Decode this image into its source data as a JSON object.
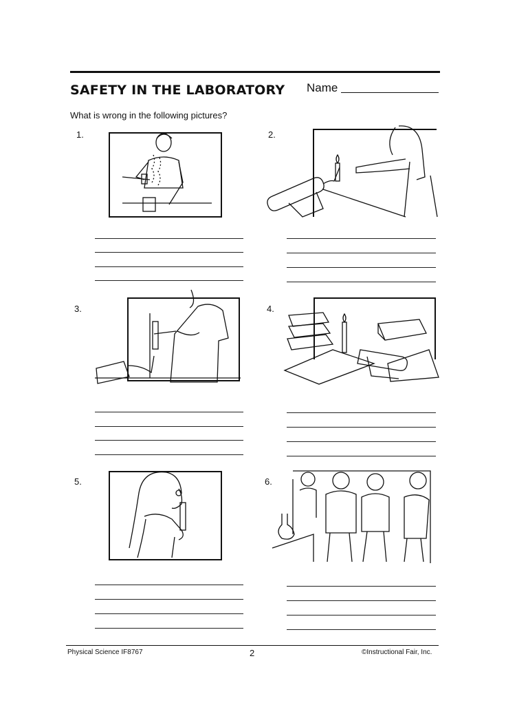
{
  "worksheet": {
    "title": "SAFETY IN THE LABORATORY",
    "name_label": "Name",
    "instructions": "What is wrong in the following pictures?"
  },
  "items": [
    {
      "number": "1.",
      "scene": "student-heating-test-tube-over-beaker"
    },
    {
      "number": "2.",
      "scene": "student-reaching-over-bunsen-burner"
    },
    {
      "number": "3.",
      "scene": "student-heating-tube-near-face"
    },
    {
      "number": "4.",
      "scene": "burner-near-books-and-papers"
    },
    {
      "number": "5.",
      "scene": "student-tasting-from-test-tube"
    },
    {
      "number": "6.",
      "scene": "students-horsing-around-in-lab"
    }
  ],
  "footer": {
    "left": "Physical Science IF8767",
    "page_number": "2",
    "right": "©Instructional Fair, Inc."
  }
}
